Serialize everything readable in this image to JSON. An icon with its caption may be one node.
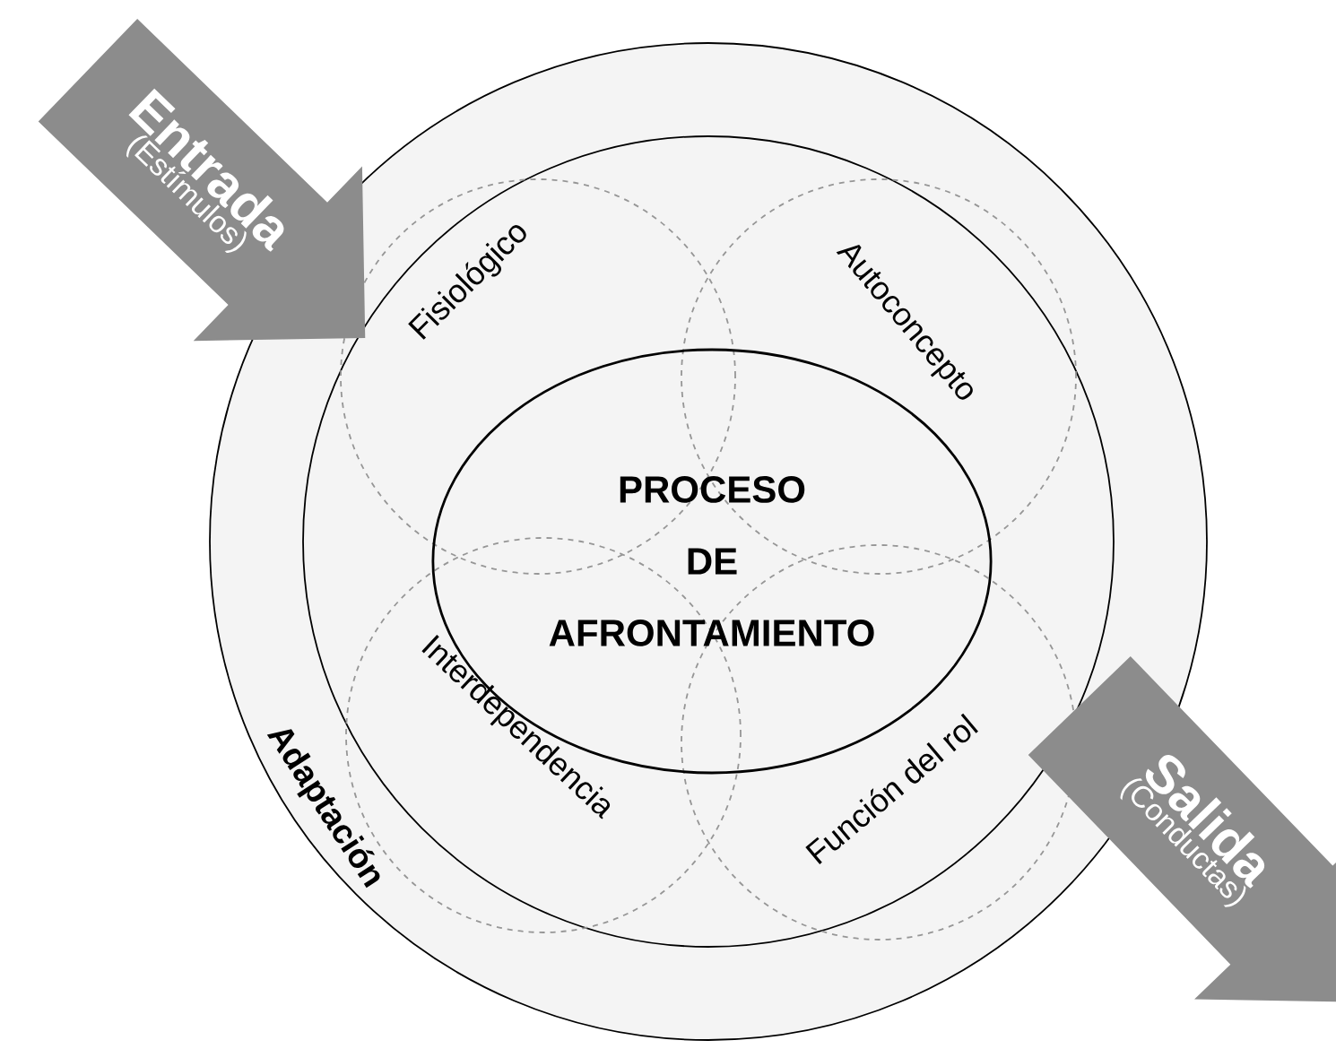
{
  "diagram": {
    "nodes": [
      {
        "text": [
          "Adaptación"
        ]
      },
      {
        "text": [],
        "shape": "circle",
        "in": 0
      },
      {
        "text": [
          "Fisiológico"
        ],
        "in": 1
      },
      {
        "text": [
          "Autoconcepto"
        ],
        "in": 1
      },
      {
        "text": [
          "Interdependencia"
        ],
        "in": 1
      },
      {
        "text": [
          "Función del rol"
        ],
        "in": 1
      },
      {
        "text": [
          "PROCESO DE AFRONTAMIENTO"
        ],
        "in": 1
      },
      {
        "text": [
          "Entrada",
          "(Estímulos)"
        ]
      },
      {
        "text": [
          "Salida",
          "(Conductas)"
        ]
      }
    ]
  }
}
